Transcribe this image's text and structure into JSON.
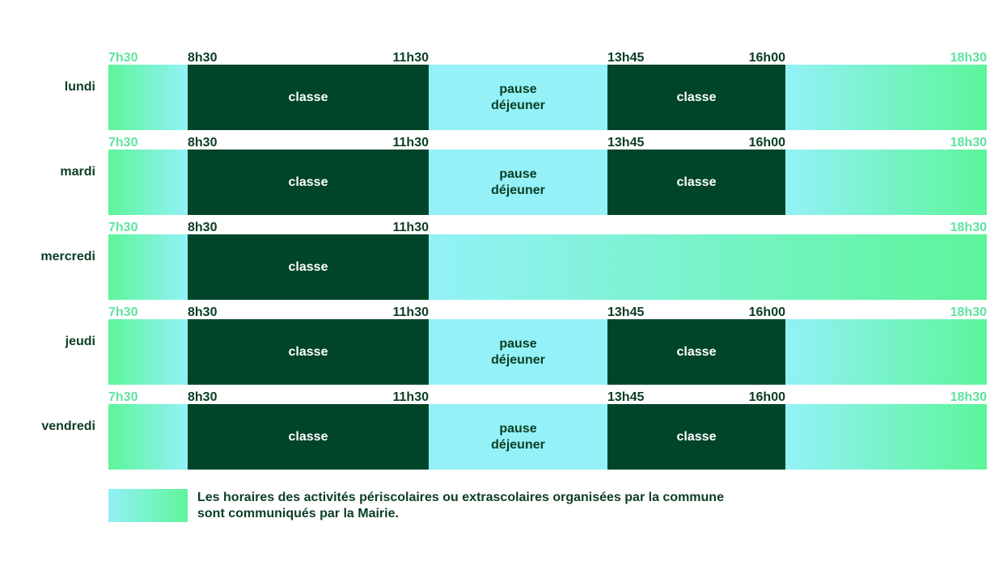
{
  "days": [
    {
      "name": "lundi",
      "times": [
        "7h30",
        "8h30",
        "11h30",
        "13h45",
        "16h00",
        "18h30"
      ],
      "segments": [
        {
          "type": "peri",
          "label": ""
        },
        {
          "type": "classe",
          "label": "classe"
        },
        {
          "type": "pause",
          "label": "pause\ndéjeuner"
        },
        {
          "type": "classe",
          "label": "classe"
        },
        {
          "type": "peri",
          "label": ""
        }
      ]
    },
    {
      "name": "mardi",
      "times": [
        "7h30",
        "8h30",
        "11h30",
        "13h45",
        "16h00",
        "18h30"
      ],
      "segments": [
        {
          "type": "peri",
          "label": ""
        },
        {
          "type": "classe",
          "label": "classe"
        },
        {
          "type": "pause",
          "label": "pause\ndéjeuner"
        },
        {
          "type": "classe",
          "label": "classe"
        },
        {
          "type": "peri",
          "label": ""
        }
      ]
    },
    {
      "name": "mercredi",
      "times": [
        "7h30",
        "8h30",
        "11h30",
        "18h30"
      ],
      "segments": [
        {
          "type": "peri",
          "label": ""
        },
        {
          "type": "classe",
          "label": "classe"
        },
        {
          "type": "peri",
          "label": ""
        }
      ]
    },
    {
      "name": "jeudi",
      "times": [
        "7h30",
        "8h30",
        "11h30",
        "13h45",
        "16h00",
        "18h30"
      ],
      "segments": [
        {
          "type": "peri",
          "label": ""
        },
        {
          "type": "classe",
          "label": "classe"
        },
        {
          "type": "pause",
          "label": "pause\ndéjeuner"
        },
        {
          "type": "classe",
          "label": "classe"
        },
        {
          "type": "peri",
          "label": ""
        }
      ]
    },
    {
      "name": "vendredi",
      "times": [
        "7h30",
        "8h30",
        "11h30",
        "13h45",
        "16h00",
        "18h30"
      ],
      "segments": [
        {
          "type": "peri",
          "label": ""
        },
        {
          "type": "classe",
          "label": "classe"
        },
        {
          "type": "pause",
          "label": "pause\ndéjeuner"
        },
        {
          "type": "classe",
          "label": "classe"
        },
        {
          "type": "peri",
          "label": ""
        }
      ]
    }
  ],
  "legend": {
    "line1": "Les horaires des activités périscolaires ou extrascolaires organisées par la commune",
    "line2": "sont communiqués par la Mairie."
  },
  "colors": {
    "classe": "#00452a",
    "pause": "#93f1f7",
    "peri_green": "#5cf59a",
    "peri_cyan": "#93f1f7",
    "text_dark": "#0b3d22",
    "edge_time": "#5de3a0"
  }
}
